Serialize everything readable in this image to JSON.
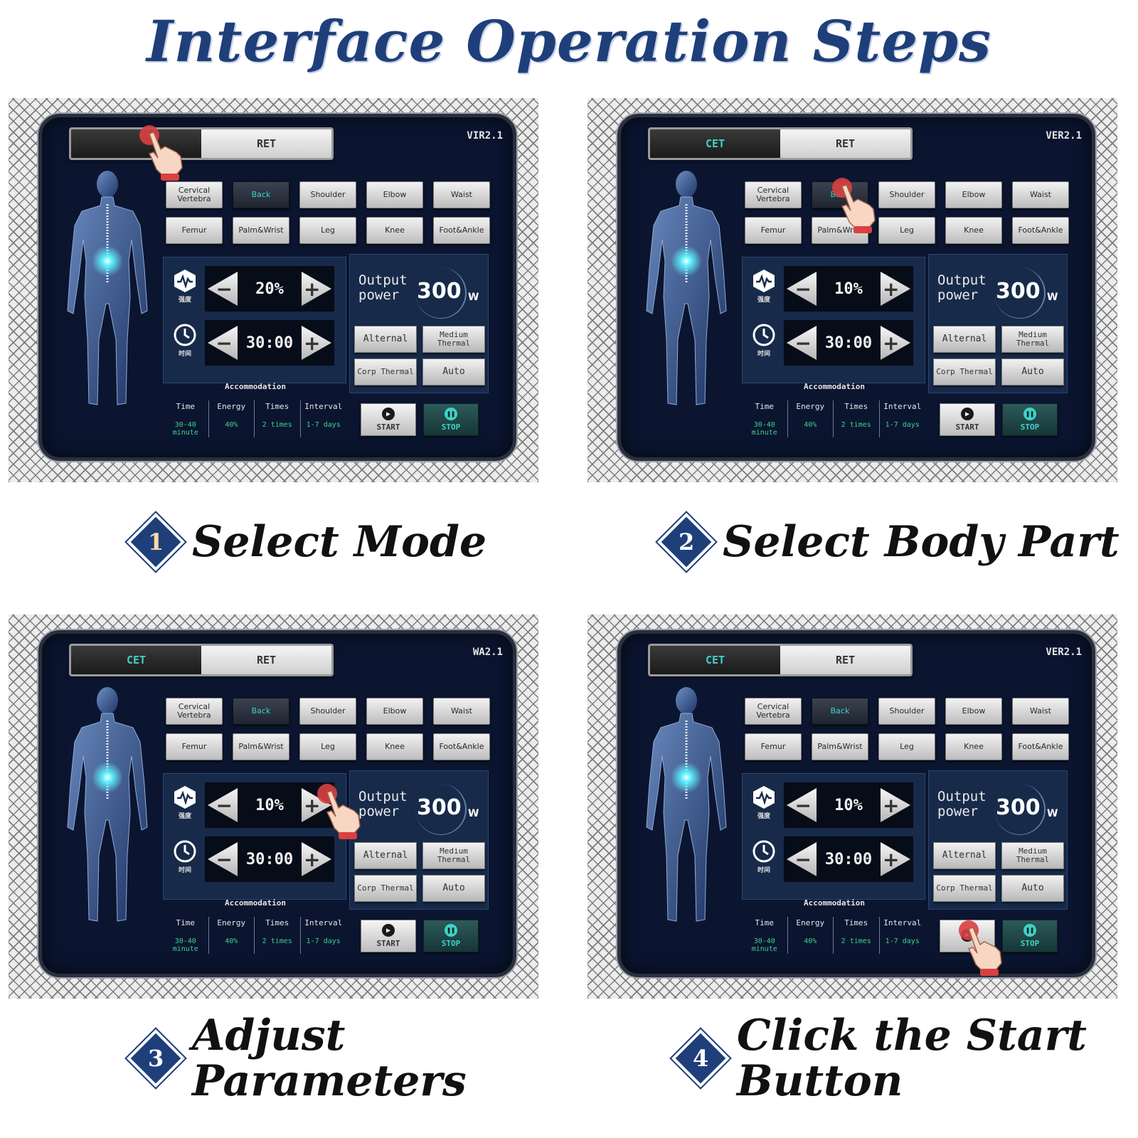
{
  "title": "Interface Operation Steps",
  "body_parts_row1": [
    "Cervical Vertebra",
    "Back",
    "Shoulder",
    "Elbow",
    "Waist"
  ],
  "body_parts_row2": [
    "Femur",
    "Palm&Wrist",
    "Leg",
    "Knee",
    "Foot&Ankle"
  ],
  "labels": {
    "output": "Output power",
    "unit": "W",
    "stats_title": "Accommodation",
    "stat_labels": [
      "Time",
      "Energy",
      "Times",
      "Interval"
    ],
    "stat_values": [
      "30-40 minute",
      "40%",
      "2 times",
      "1-7 days"
    ]
  },
  "modes": {
    "alternate": "Alternal",
    "medium": "Medium Thermal",
    "deep": "Corp Thermal",
    "auto": "Auto"
  },
  "panels": [
    {
      "cet": "",
      "ret": "RET",
      "version": "VIR2.1",
      "intensity": "20%",
      "time": "30:00",
      "icon1_label": "强度",
      "icon2_label": "时间",
      "output_value": "300",
      "start": "START",
      "stop": "STOP",
      "caption_number": "1",
      "caption": "Select Mode"
    },
    {
      "cet": "CET",
      "ret": "RET",
      "version": "VER2.1",
      "intensity": "10%",
      "time": "30:00",
      "icon1_label": "强度",
      "icon2_label": "时间",
      "output_value": "300",
      "start": "START",
      "stop": "STOP",
      "caption_number": "2",
      "caption": "Select Body Part"
    },
    {
      "cet": "CET",
      "ret": "RET",
      "version": "WA2.1",
      "intensity": "10%",
      "time": "30:00",
      "icon1_label": "强度",
      "icon2_label": "时间",
      "output_value": "300",
      "start": "START",
      "stop": "STOP",
      "caption_number": "3",
      "caption": "Adjust Parameters"
    },
    {
      "cet": "CET",
      "ret": "RET",
      "version": "VER2.1",
      "intensity": "10%",
      "time": "30:00",
      "icon1_label": "强度",
      "icon2_label": "时间",
      "output_value": "300",
      "start": "",
      "stop": "STOP",
      "caption_number": "4",
      "caption": "Click the Start Button"
    }
  ],
  "colors": {
    "title": "#1f3f7a",
    "screen": "#0b1530",
    "accent": "#3fd2c8",
    "diamond": "#1f3f7a",
    "hand": "#d94040"
  },
  "icons": [
    "wave-icon",
    "clock-icon",
    "play-icon",
    "stop-icon",
    "pointing-hand-icon"
  ]
}
